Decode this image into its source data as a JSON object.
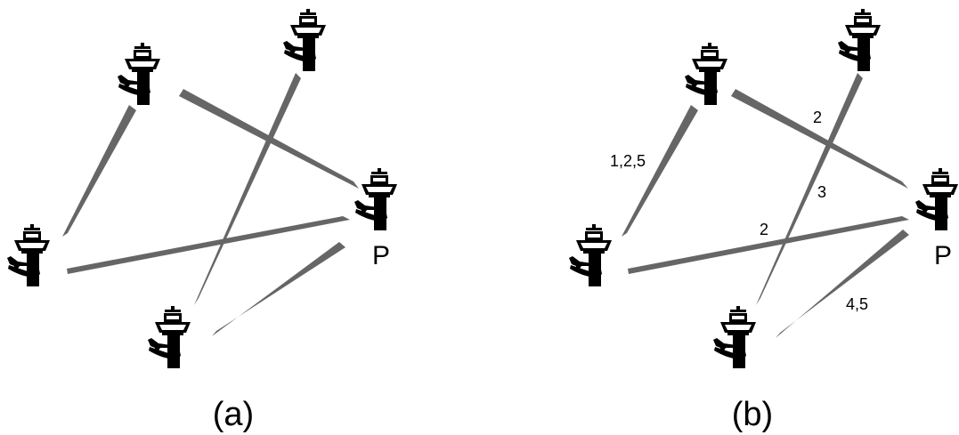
{
  "colors": {
    "edge": "#666666",
    "icon": "#000000",
    "background": "#ffffff"
  },
  "icon_name": "airport-control-tower-icon",
  "panels": [
    {
      "caption": "(a)",
      "node_label": "P",
      "edge_labels": []
    },
    {
      "caption": "(b)",
      "node_label": "P",
      "edge_labels": [
        "2",
        "1,2,5",
        "3",
        "2",
        "4,5"
      ]
    }
  ]
}
